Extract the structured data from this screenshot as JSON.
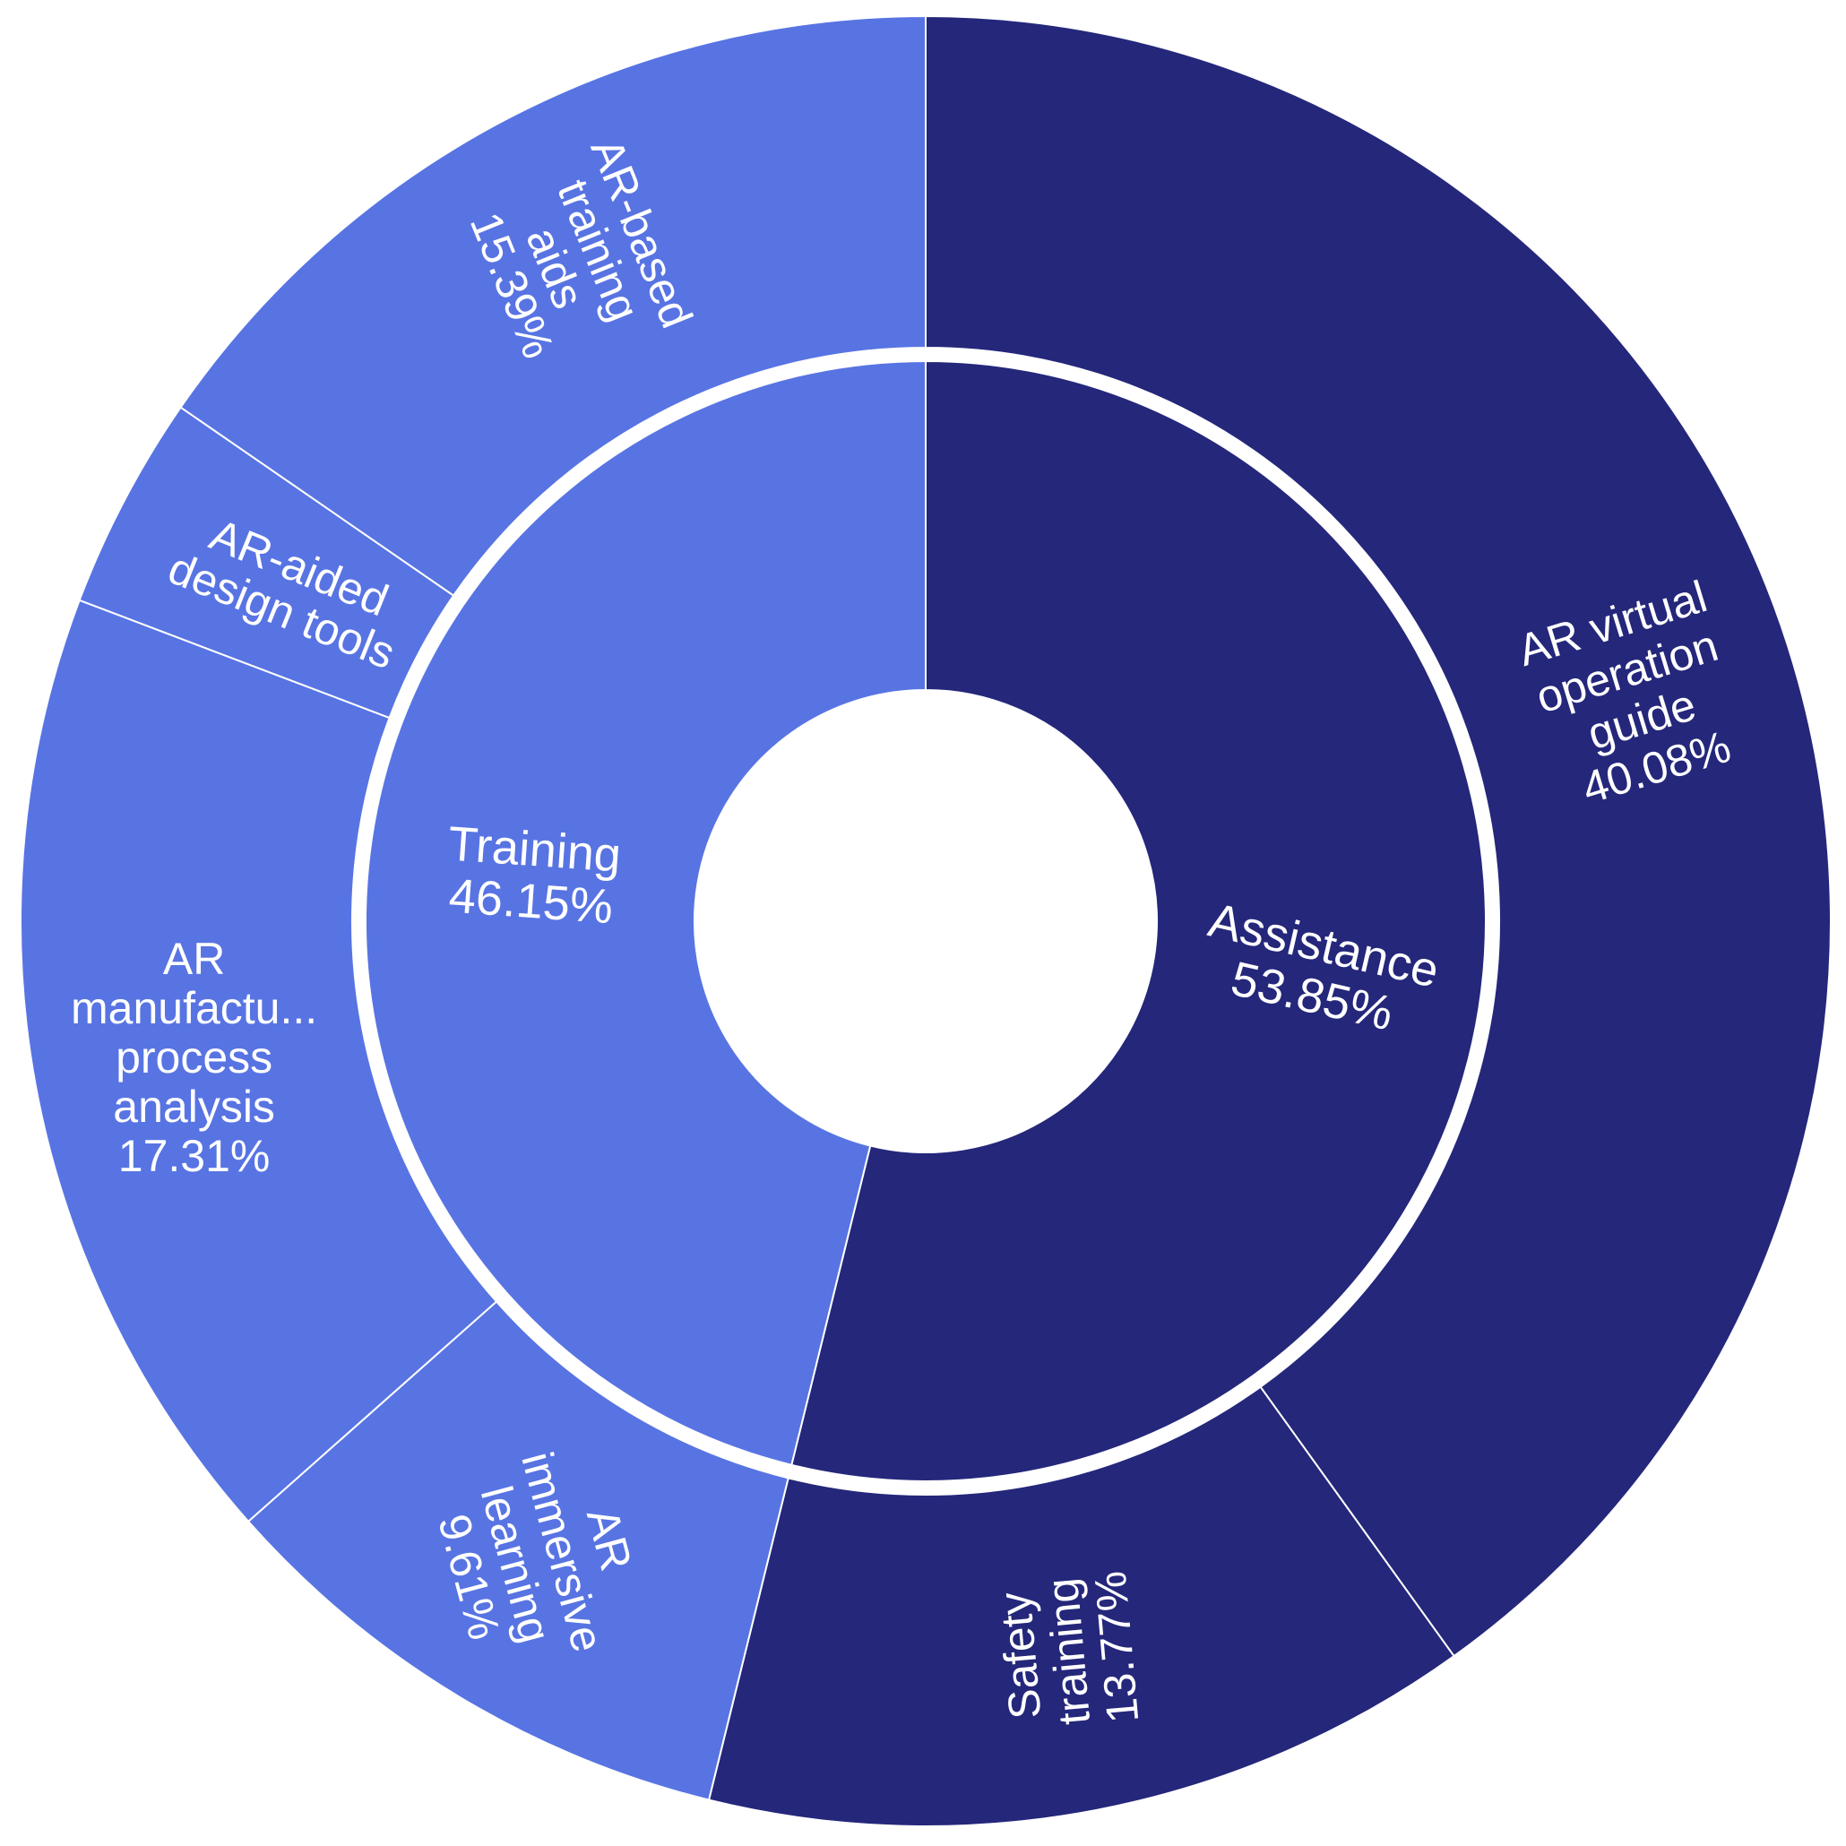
{
  "chart_data": {
    "type": "sunburst",
    "colors": {
      "Assistance": "#24277A",
      "Training": "#5874E3",
      "divider": "#ffffff",
      "text": "#ffffff"
    },
    "inner": [
      {
        "name": "Assistance",
        "value": 53.85,
        "label_lines": [
          "Assistance",
          "53.85%"
        ]
      },
      {
        "name": "Training",
        "value": 46.15,
        "label_lines": [
          "Training",
          "46.15%"
        ]
      }
    ],
    "outer": [
      {
        "name": "AR virtual operation guide",
        "parent": "Assistance",
        "value": 40.08,
        "label_lines": [
          "AR virtual",
          "operation",
          "guide",
          "40.08%"
        ]
      },
      {
        "name": "Safety training",
        "parent": "Assistance",
        "value": 13.77,
        "label_lines": [
          "Safety",
          "training",
          "13.77%"
        ]
      },
      {
        "name": "AR immersive learning",
        "parent": "Training",
        "value": 9.61,
        "label_lines": [
          "AR",
          "immersive",
          "learning",
          "9.61%"
        ]
      },
      {
        "name": "AR manufacturing process analysis",
        "parent": "Training",
        "value": 17.31,
        "label_lines": [
          "AR",
          "manufactu...",
          "process",
          "analysis",
          "17.31%"
        ]
      },
      {
        "name": "AR-aided design tools",
        "parent": "Training",
        "value": 3.84,
        "label_lines": [
          "AR-aided",
          "design tools"
        ]
      },
      {
        "name": "AR-based training aids",
        "parent": "Training",
        "value": 15.39,
        "label_lines": [
          "AR-based",
          "training",
          "aids",
          "15.39%"
        ]
      }
    ]
  }
}
